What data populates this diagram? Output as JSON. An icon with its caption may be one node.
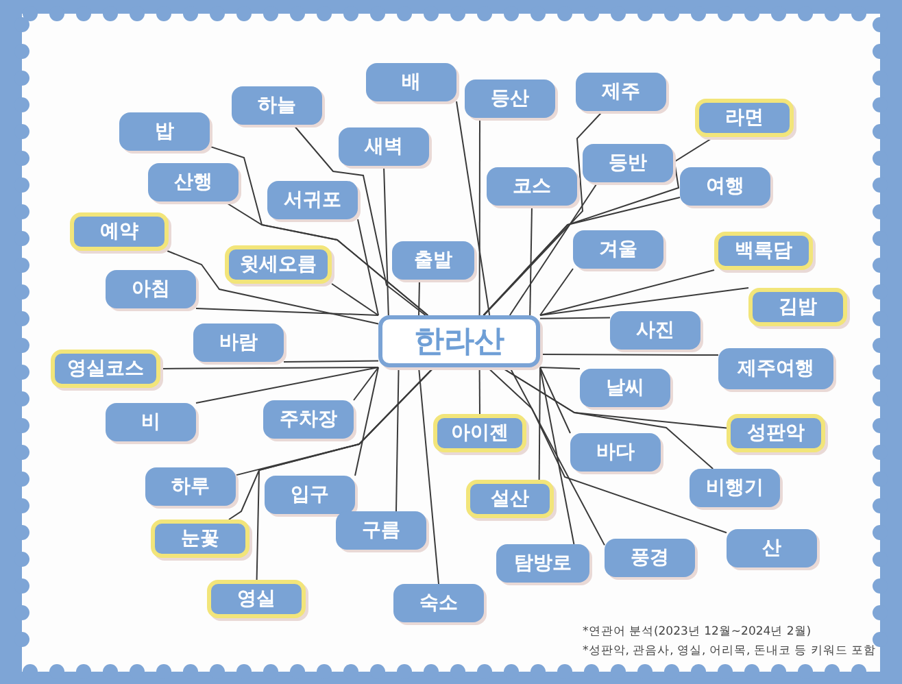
{
  "diagram": {
    "nodes": [
      {
        "text": [
          "한라산"
        ]
      },
      {
        "text": [
          "배"
        ]
      },
      {
        "text": [
          "하늘"
        ]
      },
      {
        "text": [
          "등산"
        ]
      },
      {
        "text": [
          "제주"
        ]
      },
      {
        "text": [
          "라면"
        ]
      },
      {
        "text": [
          "밥"
        ]
      },
      {
        "text": [
          "새벽"
        ]
      },
      {
        "text": [
          "코스"
        ]
      },
      {
        "text": [
          "등반"
        ]
      },
      {
        "text": [
          "여행"
        ]
      },
      {
        "text": [
          "산행"
        ]
      },
      {
        "text": [
          "서귀포"
        ]
      },
      {
        "text": [
          "예약"
        ]
      },
      {
        "text": [
          "윗세오름"
        ]
      },
      {
        "text": [
          "출발"
        ]
      },
      {
        "text": [
          "겨울"
        ]
      },
      {
        "text": [
          "백록담"
        ]
      },
      {
        "text": [
          "아침"
        ]
      },
      {
        "text": [
          "사진"
        ]
      },
      {
        "text": [
          "김밥"
        ]
      },
      {
        "text": [
          "바람"
        ]
      },
      {
        "text": [
          "영실코스"
        ]
      },
      {
        "text": [
          "제주여행"
        ]
      },
      {
        "text": [
          "비"
        ]
      },
      {
        "text": [
          "주차장"
        ]
      },
      {
        "text": [
          "날씨"
        ]
      },
      {
        "text": [
          "아이젠"
        ]
      },
      {
        "text": [
          "성판악"
        ]
      },
      {
        "text": [
          "바다"
        ]
      },
      {
        "text": [
          "하루"
        ]
      },
      {
        "text": [
          "입구"
        ]
      },
      {
        "text": [
          "비행기"
        ]
      },
      {
        "text": [
          "설산"
        ]
      },
      {
        "text": [
          "눈꽃"
        ]
      },
      {
        "text": [
          "구름"
        ]
      },
      {
        "text": [
          "산"
        ]
      },
      {
        "text": [
          "탐방로"
        ]
      },
      {
        "text": [
          "풍경"
        ]
      },
      {
        "text": [
          "영실"
        ]
      },
      {
        "text": [
          "숙소"
        ]
      }
    ],
    "edges": [
      {
        "from": 0,
        "to": 1,
        "arrow": "none"
      },
      {
        "from": 0,
        "to": 2,
        "arrow": "none"
      },
      {
        "from": 0,
        "to": 3,
        "arrow": "none"
      },
      {
        "from": 0,
        "to": 4,
        "arrow": "none"
      },
      {
        "from": 0,
        "to": 5,
        "arrow": "none"
      },
      {
        "from": 0,
        "to": 6,
        "arrow": "none"
      },
      {
        "from": 0,
        "to": 7,
        "arrow": "none"
      },
      {
        "from": 0,
        "to": 8,
        "arrow": "none"
      },
      {
        "from": 0,
        "to": 9,
        "arrow": "none"
      },
      {
        "from": 0,
        "to": 10,
        "arrow": "none"
      },
      {
        "from": 0,
        "to": 11,
        "arrow": "none"
      },
      {
        "from": 0,
        "to": 12,
        "arrow": "none"
      },
      {
        "from": 0,
        "to": 13,
        "arrow": "none"
      },
      {
        "from": 0,
        "to": 14,
        "arrow": "none"
      },
      {
        "from": 0,
        "to": 15,
        "arrow": "none"
      },
      {
        "from": 0,
        "to": 16,
        "arrow": "none"
      },
      {
        "from": 0,
        "to": 17,
        "arrow": "none"
      },
      {
        "from": 0,
        "to": 18,
        "arrow": "none"
      },
      {
        "from": 0,
        "to": 19,
        "arrow": "none"
      },
      {
        "from": 0,
        "to": 20,
        "arrow": "none"
      },
      {
        "from": 0,
        "to": 21,
        "arrow": "none"
      },
      {
        "from": 0,
        "to": 22,
        "arrow": "none"
      },
      {
        "from": 0,
        "to": 23,
        "arrow": "none"
      },
      {
        "from": 0,
        "to": 24,
        "arrow": "none"
      },
      {
        "from": 0,
        "to": 25,
        "arrow": "none"
      },
      {
        "from": 0,
        "to": 26,
        "arrow": "none"
      },
      {
        "from": 0,
        "to": 27,
        "arrow": "none"
      },
      {
        "from": 0,
        "to": 28,
        "arrow": "none"
      },
      {
        "from": 0,
        "to": 29,
        "arrow": "none"
      },
      {
        "from": 0,
        "to": 30,
        "arrow": "none"
      },
      {
        "from": 0,
        "to": 31,
        "arrow": "none"
      },
      {
        "from": 0,
        "to": 32,
        "arrow": "none"
      },
      {
        "from": 0,
        "to": 33,
        "arrow": "none"
      },
      {
        "from": 0,
        "to": 34,
        "arrow": "none"
      },
      {
        "from": 0,
        "to": 35,
        "arrow": "none"
      },
      {
        "from": 0,
        "to": 36,
        "arrow": "none"
      },
      {
        "from": 0,
        "to": 37,
        "arrow": "none"
      },
      {
        "from": 0,
        "to": 38,
        "arrow": "none"
      },
      {
        "from": 0,
        "to": 39,
        "arrow": "none"
      },
      {
        "from": 0,
        "to": 40,
        "arrow": "none"
      }
    ],
    "labels": [
      "*연관어 분석(2023년 12월~2024년 2월)",
      "*성판악, 관음사, 영실, 어리목, 돈내코 등 키워드 포함"
    ]
  }
}
